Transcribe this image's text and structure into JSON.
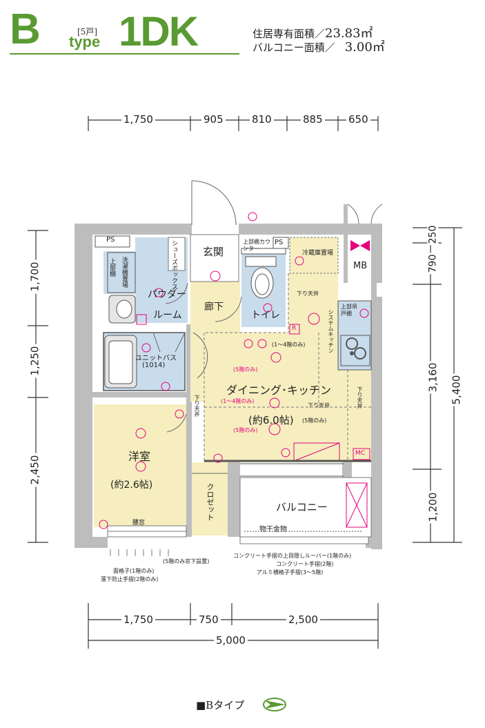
{
  "header": {
    "type_letter": "B",
    "units": "[5戸]",
    "type_word": "type",
    "layout": "1DK",
    "area_label": "住居専有面積／",
    "area_value": "23.83㎡",
    "balcony_label": "バルコニー面積／",
    "balcony_value": "3.00㎡"
  },
  "dimensions": {
    "top": [
      "1,750",
      "905",
      "810",
      "885",
      "650"
    ],
    "bottom": [
      "1,750",
      "750",
      "2,500"
    ],
    "bottom_total": "5,000",
    "left": [
      "1,700",
      "1,250",
      "2,450"
    ],
    "right": [
      "250",
      "790",
      "3,160",
      "1,200"
    ],
    "right_total": "5,400"
  },
  "rooms": {
    "entrance": "玄関",
    "powder_room_1": "パウダー",
    "powder_room_2": "ルーム",
    "corridor": "廊下",
    "toilet": "トイレ",
    "unit_bath_1": "ユニットバス",
    "unit_bath_2": "(1014)",
    "dining_kitchen": "ダイニング･キッチン",
    "dining_size": "(約6.0帖)",
    "western_room": "洋室",
    "western_size": "(約2.6帖)",
    "balcony": "バルコニー",
    "closet": "クロゼット",
    "shoe_box": "シューズボックス",
    "upper_cabinet_left": "上部棚",
    "washer_area": "洗濯機置場",
    "upper_cabinet_counter": "上部棚カウンター",
    "fridge_area": "冷蔵庫置場",
    "upper_cabinet_kitchen": "上部吊戸棚",
    "system_kitchen": "システムキッチン",
    "ps_left": "PS",
    "ps_right": "PS",
    "mb": "MB",
    "mc": "MC",
    "r": "R",
    "drying_rack": "物干金物",
    "waist_window": "腰窓"
  },
  "notes": {
    "ceiling_drop_1": "下り天井",
    "ceiling_drop_2": "下り天井",
    "ceiling_drop_3": "下り天井",
    "ceiling_drop_4": "下り天井",
    "floors_1_4_a": "(1〜4階のみ)",
    "floors_1_4_b": "(1〜4階のみ)",
    "floor_5_a": "(5階のみ)",
    "floor_5_b": "(5階のみ)",
    "floor_5_c": "(5階のみ)",
    "floor_5_window": "(5階のみ窓下設置)",
    "grille_1": "面格子(1階のみ)",
    "grille_2": "落下防止手摺(2階のみ)",
    "louver_1": "コンクリート手摺の上目隠しルーバー(1階のみ)",
    "louver_2": "コンクリート手摺(2階)",
    "louver_3": "アルミ横格子手摺(3〜5階)"
  },
  "footer": {
    "label": "■Bタイプ"
  },
  "colors": {
    "brand_green": "#5a9a32",
    "wall_gray": "#bdbdbd",
    "wet_area_blue": "#c9dceb",
    "floor_yellow": "#f6eebf",
    "symbol_pink": "#e6007e"
  }
}
